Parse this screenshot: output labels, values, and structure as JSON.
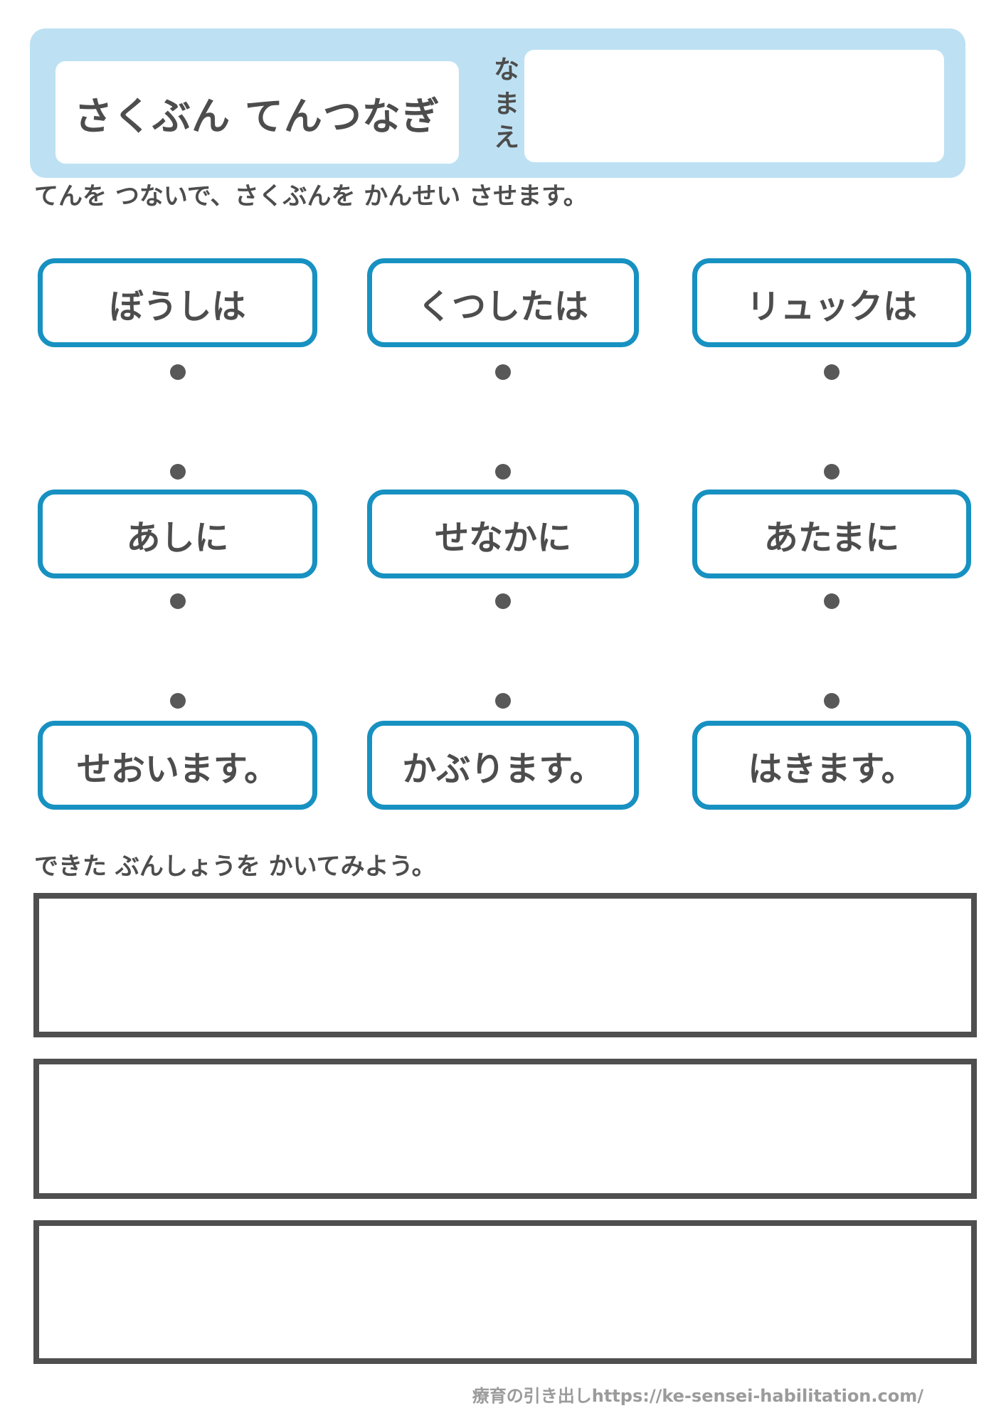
{
  "title": "さくぶん てんつなぎ",
  "name_field": {
    "label_chars": [
      "な",
      "ま",
      "え"
    ],
    "value": ""
  },
  "instruction": "てんを つないで、さくぶんを かんせい させます。",
  "puzzle": {
    "rows": [
      {
        "cells": [
          "ぼうしは",
          "くつしたは",
          "リュックは"
        ]
      },
      {
        "cells": [
          "あしに",
          "せなかに",
          "あたまに"
        ]
      },
      {
        "cells": [
          "せおいます。",
          "かぶります。",
          "はきます。"
        ]
      }
    ]
  },
  "writing_section": {
    "label": "できた ぶんしょうを かいてみよう。"
  },
  "footer": {
    "credit": "療育の引き出しhttps://ke-sensei-habilitation.com/"
  },
  "colors": {
    "accent": "#1791c1",
    "header_bg": "#bde1f3",
    "text": "#4d4d4d",
    "answer_box_border": "#4f4f4f",
    "footer_text": "#9b9b9b"
  }
}
